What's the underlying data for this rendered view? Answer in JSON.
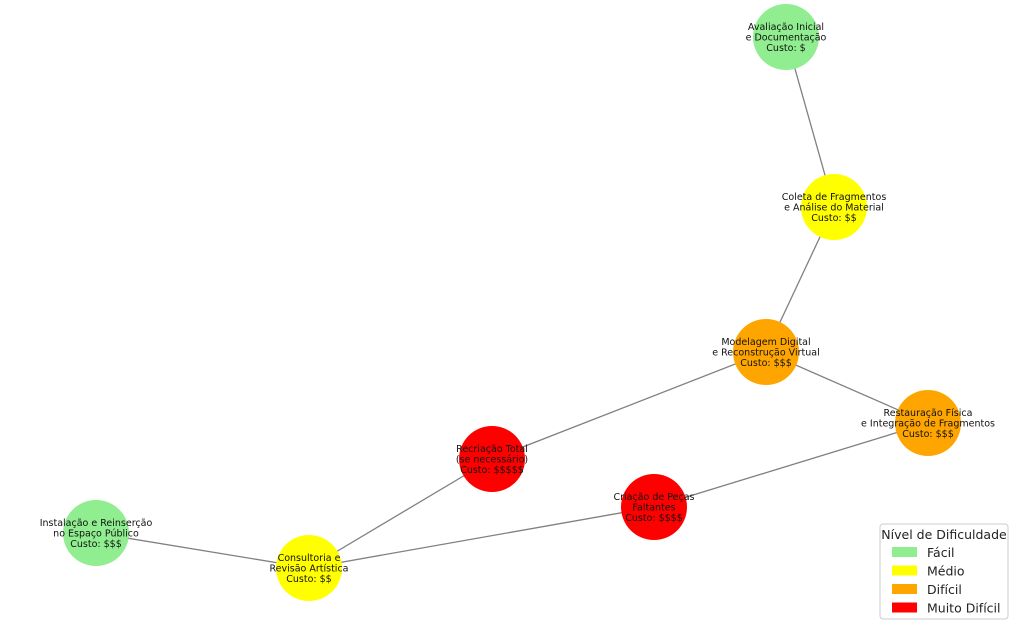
{
  "colors": {
    "edge": "#808080",
    "easy": "#90EE90",
    "medium": "#FFFF00",
    "hard": "#FFA500",
    "very_hard": "#FF0000"
  },
  "nodes": [
    {
      "id": "avaliacao",
      "lines": [
        "Avaliação Inicial",
        "e Documentação",
        "Custo: $"
      ],
      "level": "easy"
    },
    {
      "id": "coleta",
      "lines": [
        "Coleta de Fragmentos",
        "e Análise do Material",
        "Custo: $$"
      ],
      "level": "medium"
    },
    {
      "id": "modelagem",
      "lines": [
        "Modelagem Digital",
        "e Reconstrução Virtual",
        "Custo: $$$"
      ],
      "level": "hard"
    },
    {
      "id": "restauracao",
      "lines": [
        "Restauração Física",
        "e Integração de Fragmentos",
        "Custo: $$$"
      ],
      "level": "hard"
    },
    {
      "id": "recriacao",
      "lines": [
        "Recriação Total",
        "(se necessário)",
        "Custo: $$$$$"
      ],
      "level": "very_hard"
    },
    {
      "id": "criacao",
      "lines": [
        "Criação de Peças",
        "Faltantes",
        "Custo: $$$$"
      ],
      "level": "very_hard"
    },
    {
      "id": "consultoria",
      "lines": [
        "Consultoria e",
        "Revisão Artística",
        "Custo: $$"
      ],
      "level": "medium"
    },
    {
      "id": "instalacao",
      "lines": [
        "Instalação e Reinserção",
        "no Espaço Público",
        "Custo: $$$"
      ],
      "level": "easy"
    }
  ],
  "edges": [
    [
      "avaliacao",
      "coleta"
    ],
    [
      "coleta",
      "modelagem"
    ],
    [
      "modelagem",
      "restauracao"
    ],
    [
      "modelagem",
      "recriacao"
    ],
    [
      "restauracao",
      "criacao"
    ],
    [
      "recriacao",
      "consultoria"
    ],
    [
      "criacao",
      "consultoria"
    ],
    [
      "consultoria",
      "instalacao"
    ]
  ],
  "legend": {
    "title": "Nível de Dificuldade",
    "items": [
      {
        "label": "Fácil",
        "level": "easy"
      },
      {
        "label": "Médio",
        "level": "medium"
      },
      {
        "label": "Difícil",
        "level": "hard"
      },
      {
        "label": "Muito Difícil",
        "level": "very_hard"
      }
    ]
  }
}
